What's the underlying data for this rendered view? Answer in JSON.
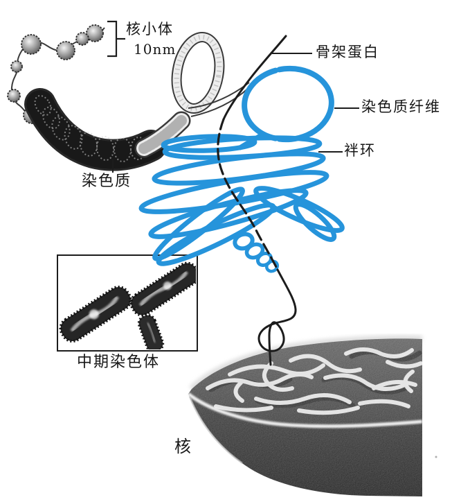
{
  "figure": {
    "name": "chromatin-packaging-diagram",
    "colors": {
      "fiber_blue": "#2694db",
      "ink": "#1c1c1c",
      "nucleus_dark": "#3d3d3d",
      "nucleus_surface": "#575757"
    },
    "labels": {
      "nucleosome": {
        "text": "核小体",
        "size": "10nm"
      },
      "scaffold_protein": {
        "text": "骨架蛋白"
      },
      "chromatin_fiber": {
        "text": "染色质纤维"
      },
      "loop_ring": {
        "text": "袢环"
      },
      "chromatin": {
        "text": "染色质"
      },
      "metaphase_chromosome": {
        "text": "中期染色体"
      },
      "nucleus": {
        "text": "核"
      }
    }
  }
}
